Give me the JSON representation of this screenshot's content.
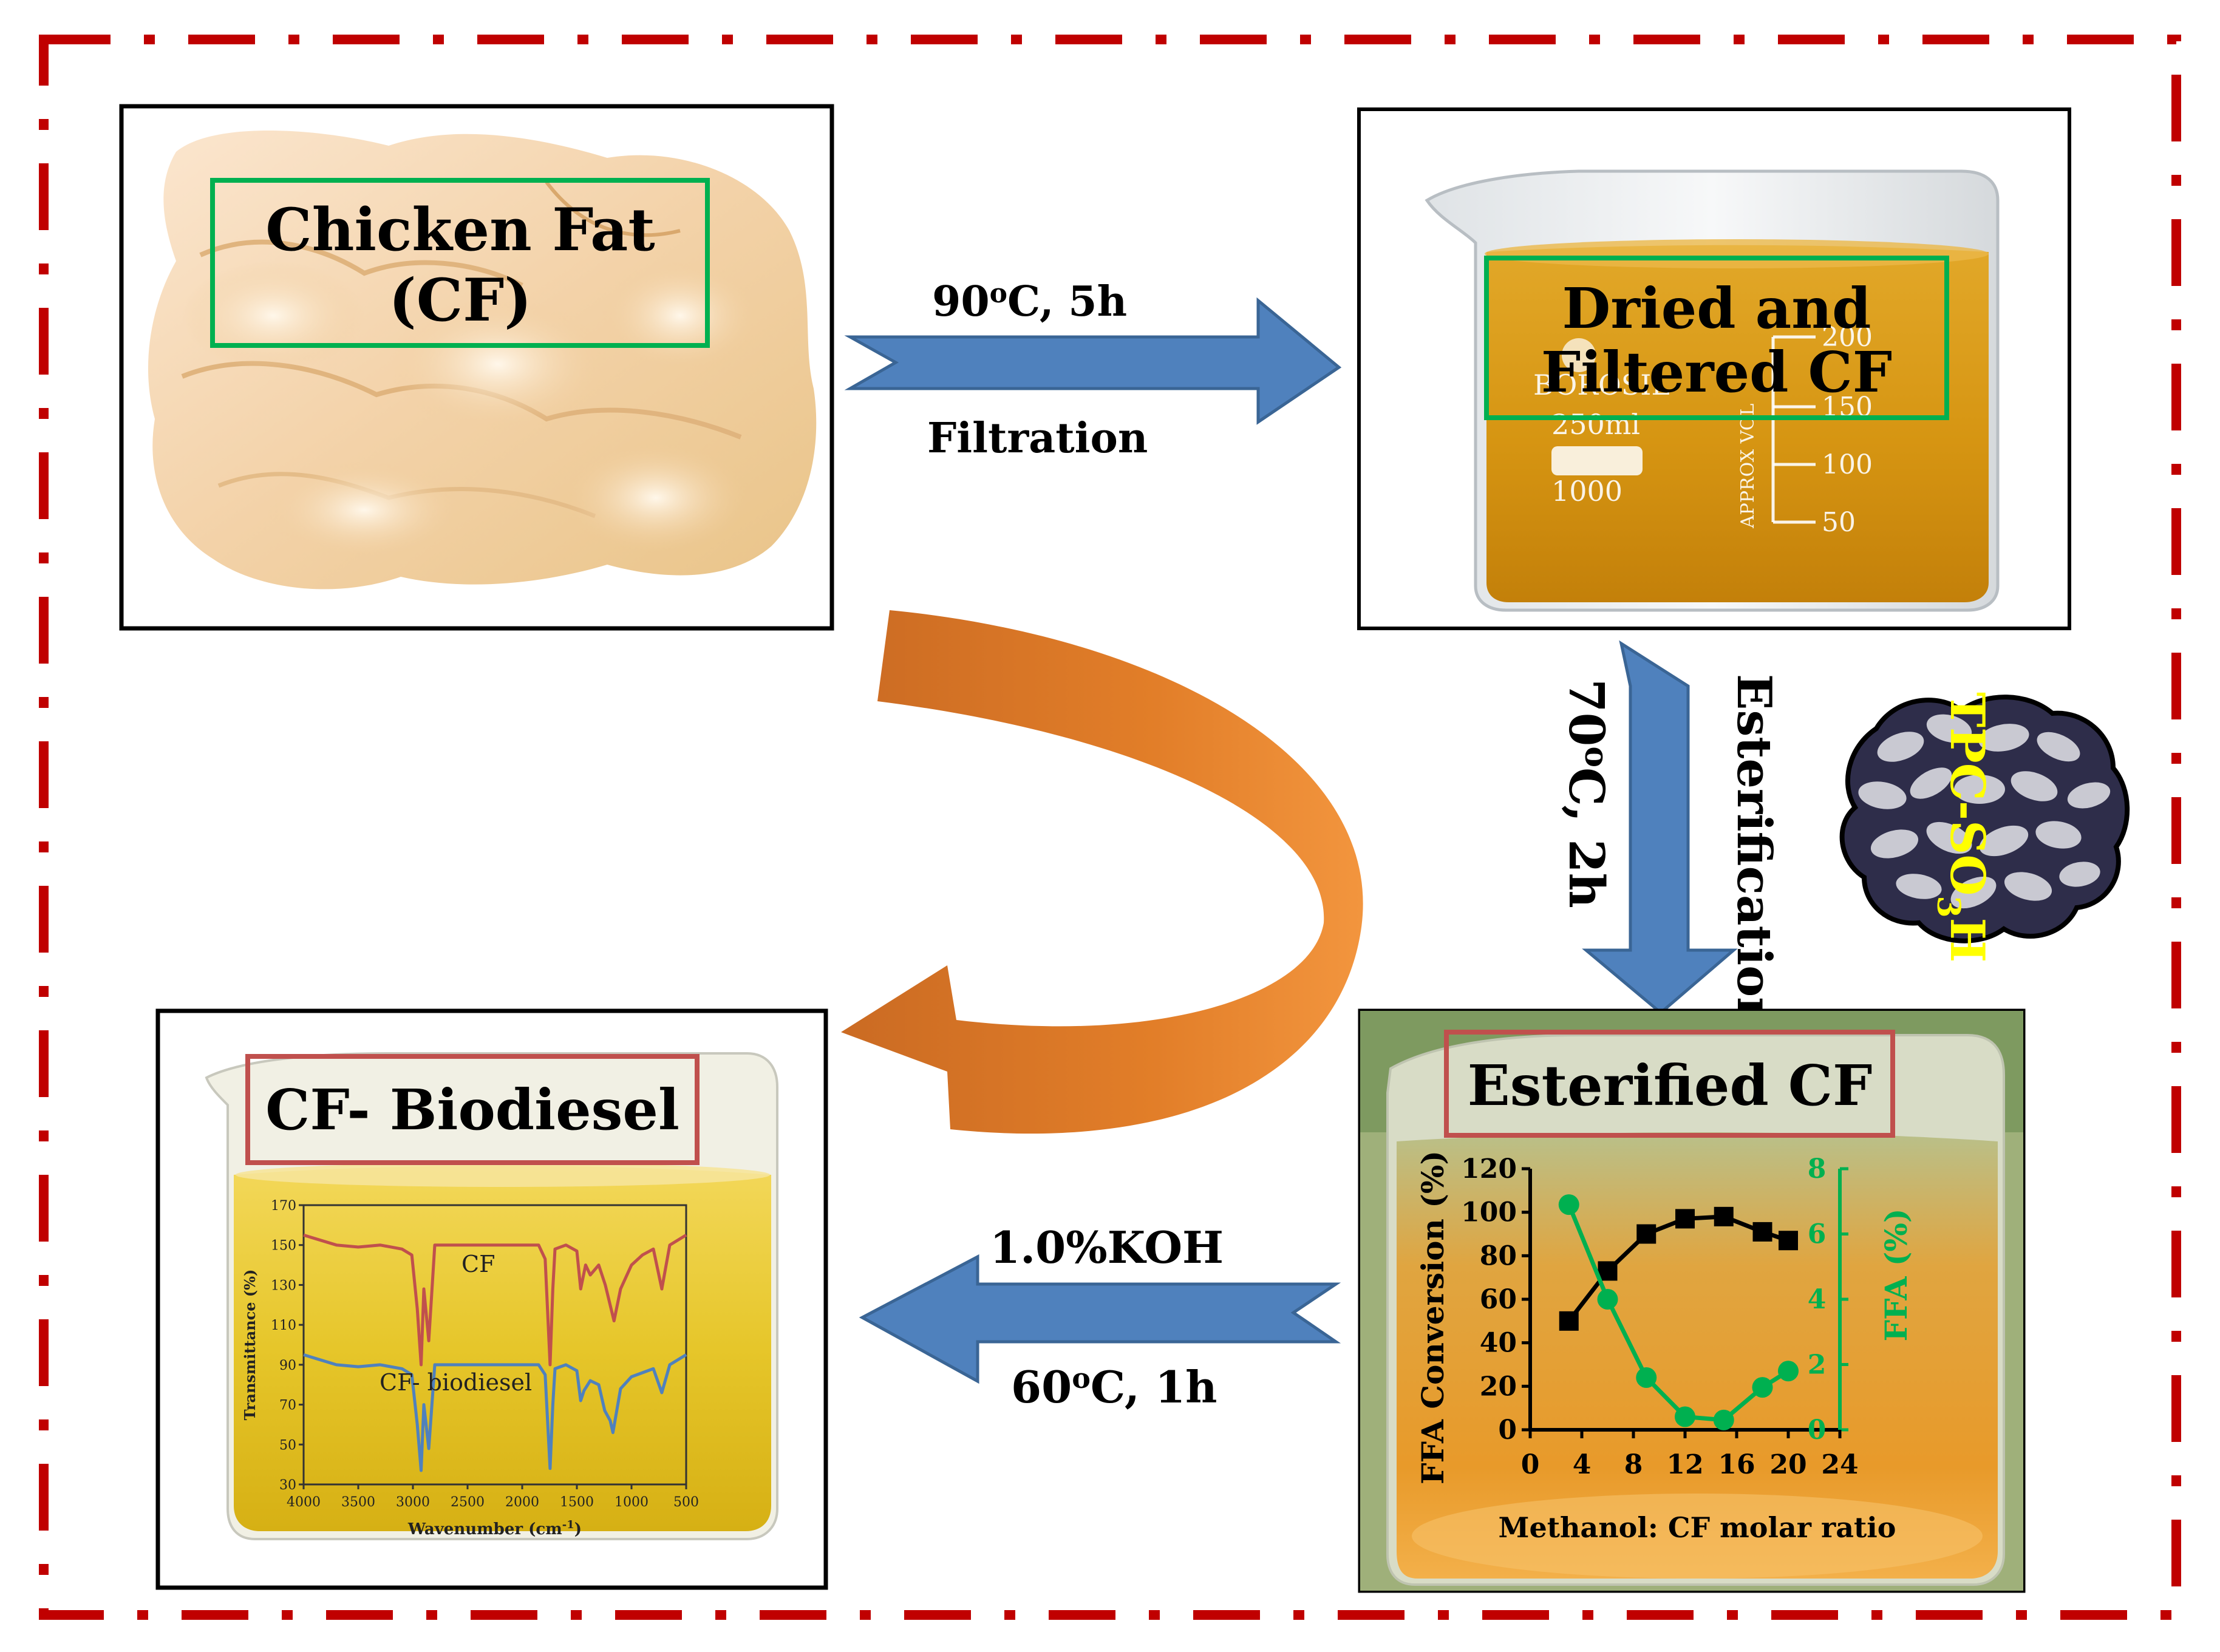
{
  "steps": {
    "raw": {
      "label_line1": "Chicken Fat",
      "label_line2": "(CF)"
    },
    "dried": {
      "label_line1": "Dried and",
      "label_line2": "Filtered CF"
    },
    "esterified": {
      "label": "Esterified CF"
    },
    "biodiesel": {
      "label": "CF- Biodiesel"
    }
  },
  "beaker_markings": {
    "brand": "BOROSIL",
    "volume": "250ml",
    "approx": "APPROX VOL",
    "ticks": [
      "200",
      "150",
      "100",
      "50"
    ],
    "batch": "1000"
  },
  "arrows": {
    "drying": {
      "top": "90",
      "top_sup": "o",
      "top_rest": "C, 5h",
      "bottom": "Filtration"
    },
    "esterification": {
      "left": "70",
      "left_sup": "o",
      "left_rest": "C, 2h",
      "right": "Esterification"
    },
    "transesterification": {
      "top": "1.0%KOH",
      "bottom": "60",
      "bottom_sup": "o",
      "bottom_rest": "C, 1h"
    }
  },
  "catalyst": {
    "label_main": "TPC-SO",
    "label_sub": "3",
    "label_end": "H"
  },
  "colors": {
    "frame": "#c00000",
    "blue_arrow": "#4f81bd",
    "orange_arrow": "#e46c0a",
    "green_box": "#00b050",
    "red_box": "#c0504d",
    "ffa_series": "#00b050",
    "conversion_series": "#000000",
    "catalyst_label": "#ffff00"
  },
  "chart_data": [
    {
      "type": "line",
      "title": "",
      "xlabel": "Methanol: CF molar ratio",
      "ylabel": "FFA Conversion (%)",
      "y2label": "FFA (%)",
      "xlim": [
        0,
        24
      ],
      "ylim": [
        0,
        120
      ],
      "y2lim": [
        0,
        8
      ],
      "xticks": [
        0,
        4,
        8,
        12,
        16,
        20,
        24
      ],
      "yticks": [
        0,
        20,
        40,
        60,
        80,
        100,
        120
      ],
      "y2ticks": [
        0,
        2,
        4,
        6,
        8
      ],
      "grid": false,
      "series": [
        {
          "axis": "left",
          "x": [
            3,
            6,
            9,
            12,
            15,
            18,
            20
          ],
          "values": [
            50,
            73,
            90,
            97,
            98,
            91,
            87
          ]
        },
        {
          "axis": "right",
          "x": [
            3,
            6,
            9,
            12,
            15,
            18,
            20
          ],
          "values": [
            6.9,
            4,
            1.6,
            0.4,
            0.3,
            1.3,
            1.8
          ]
        }
      ]
    },
    {
      "type": "line",
      "title": "",
      "xlabel": "Wavenumber (cm",
      "xlabel_sup": "-1",
      "xlabel_end": ")",
      "ylabel": "Transmittance (%)",
      "xlim": [
        4000,
        500
      ],
      "ylim": [
        30,
        170
      ],
      "xticks": [
        4000,
        3500,
        3000,
        2500,
        2000,
        1500,
        1000,
        500
      ],
      "yticks": [
        30,
        50,
        70,
        90,
        110,
        130,
        150,
        170
      ],
      "grid": false,
      "series": [
        {
          "name": "CF",
          "color": "#c0504d",
          "x": [
            4000,
            3700,
            3500,
            3300,
            3100,
            3010,
            2960,
            2925,
            2900,
            2855,
            2800,
            2500,
            2200,
            2000,
            1850,
            1790,
            1745,
            1720,
            1700,
            1600,
            1500,
            1465,
            1420,
            1377,
            1300,
            1240,
            1160,
            1100,
            1000,
            900,
            800,
            723,
            650,
            500
          ],
          "values": [
            155,
            150,
            149,
            150,
            148,
            145,
            118,
            90,
            128,
            102,
            150,
            150,
            150,
            150,
            150,
            143,
            90,
            128,
            148,
            150,
            147,
            128,
            140,
            135,
            140,
            130,
            112,
            128,
            140,
            145,
            148,
            128,
            150,
            155
          ]
        },
        {
          "name": "CF- biodiesel",
          "color": "#4f81bd",
          "x": [
            4000,
            3700,
            3500,
            3300,
            3100,
            3010,
            2960,
            2925,
            2900,
            2855,
            2800,
            2500,
            2200,
            2000,
            1850,
            1790,
            1745,
            1720,
            1700,
            1600,
            1500,
            1465,
            1435,
            1377,
            1300,
            1245,
            1195,
            1170,
            1100,
            1000,
            900,
            800,
            723,
            650,
            500
          ],
          "values": [
            95,
            90,
            89,
            90,
            88,
            85,
            60,
            37,
            70,
            48,
            90,
            90,
            90,
            90,
            90,
            85,
            38,
            70,
            88,
            90,
            87,
            72,
            77,
            82,
            80,
            67,
            62,
            56,
            78,
            84,
            86,
            88,
            76,
            90,
            95
          ]
        }
      ]
    }
  ]
}
